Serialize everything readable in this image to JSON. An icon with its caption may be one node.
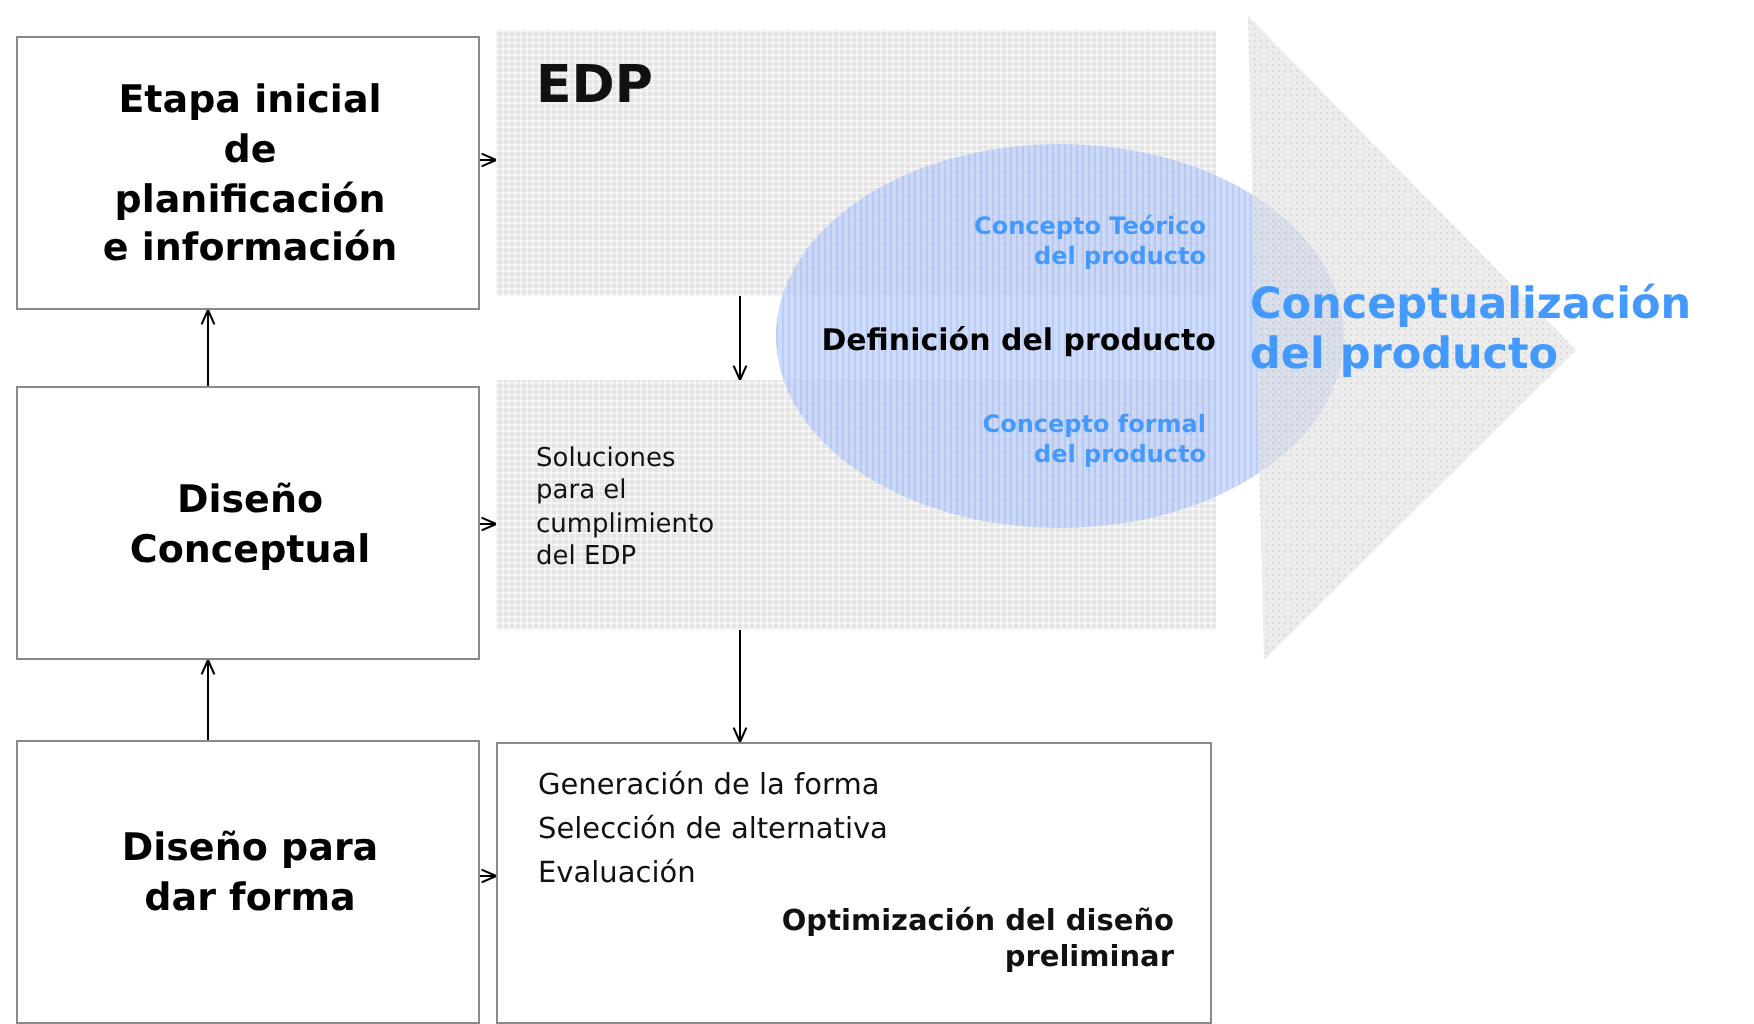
{
  "diagram": {
    "nodes": [
      {
        "text": [
          "Etapa inicial de planificación e información"
        ]
      },
      {
        "text": [
          "Diseño Conceptual"
        ]
      },
      {
        "text": [
          "Diseño para dar forma"
        ]
      },
      {
        "text": [
          "EDP",
          "Concepto Teórico del producto"
        ]
      },
      {
        "text": [
          "Soluciones para el cumplimiento del EDP",
          "Concepto formal del producto"
        ]
      },
      {
        "text": [
          "Generación de la forma",
          "Selección de alternativa",
          "Evaluación",
          "Optimización del diseño preliminar"
        ]
      },
      {
        "text": [
          "Definición del producto"
        ]
      },
      {
        "text": [
          "Conceptualización del producto"
        ]
      }
    ],
    "edges": [
      {
        "from": 2,
        "to": 1,
        "arrow": "to"
      },
      {
        "from": 1,
        "to": 0,
        "arrow": "to"
      },
      {
        "from": 0,
        "to": 3,
        "arrow": "to"
      },
      {
        "from": 1,
        "to": 4,
        "arrow": "to"
      },
      {
        "from": 2,
        "to": 5,
        "arrow": "to"
      },
      {
        "from": 3,
        "to": 4,
        "arrow": "to"
      },
      {
        "from": 4,
        "to": 5,
        "arrow": "to"
      }
    ]
  }
}
